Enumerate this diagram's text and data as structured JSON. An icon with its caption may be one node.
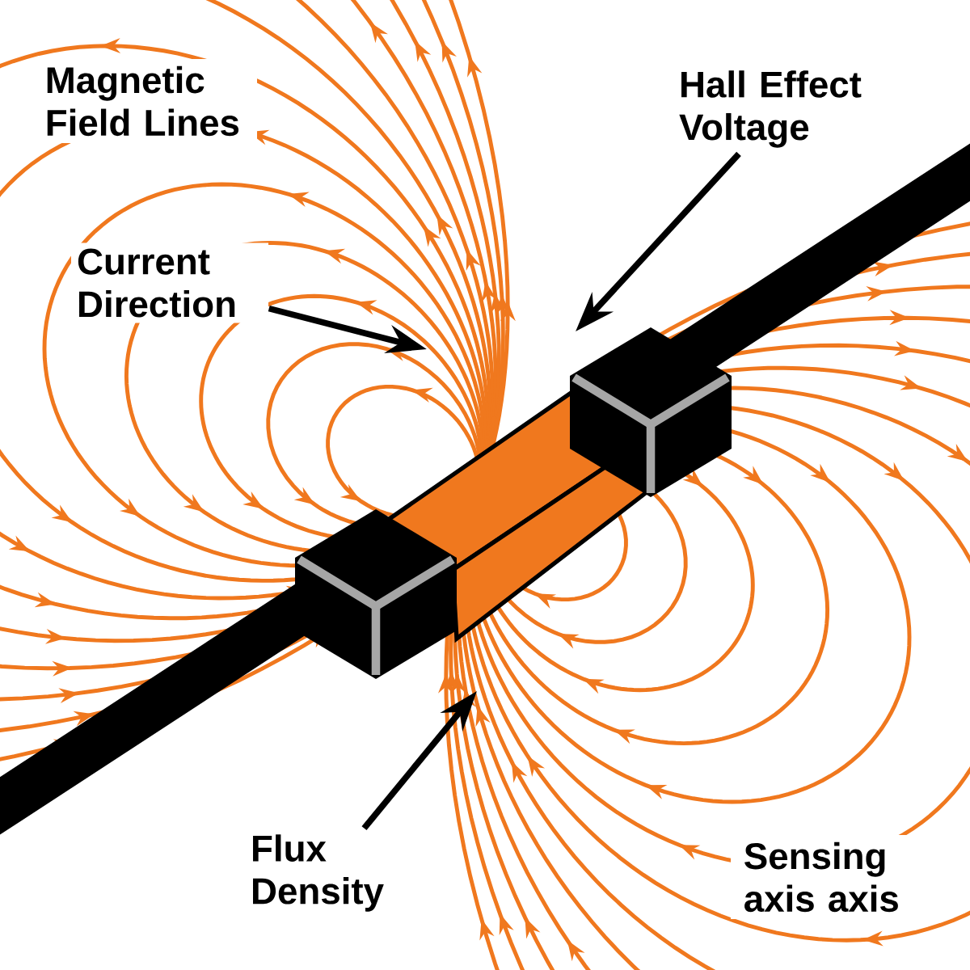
{
  "diagram": {
    "nodes": [
      {
        "text": [
          "Current Direction"
        ]
      },
      {
        "text": [
          "Hall Effect Voltage"
        ]
      },
      {
        "text": [
          "Flux Density"
        ]
      }
    ],
    "edges": [
      {
        "from": 0,
        "to": null,
        "arrow": "to"
      },
      {
        "from": 1,
        "to": null,
        "arrow": "to"
      },
      {
        "from": 2,
        "to": null,
        "arrow": "to"
      }
    ],
    "labels": [
      "Magnetic Field Lines",
      "Sensing axis axis"
    ]
  }
}
